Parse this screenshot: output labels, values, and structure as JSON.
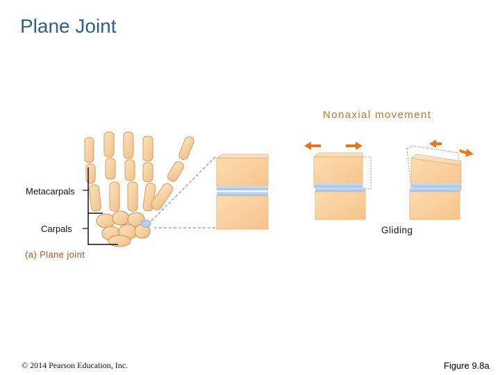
{
  "slide": {
    "title": "Plane Joint"
  },
  "diagram": {
    "movement_type": "Nonaxial movement",
    "labels": {
      "metacarpals": "Metacarpals",
      "carpals": "Carpals",
      "gliding": "Gliding"
    },
    "caption": "(a) Plane joint",
    "icons": [
      "hand-bones-illustration",
      "bone-block-icon",
      "arrow-left-icon",
      "arrow-right-icon"
    ],
    "colors": {
      "title": "#2e5f8a",
      "accent_orange": "#e8781c",
      "bone": "#f5c992",
      "cartilage": "#a9c8ea"
    }
  },
  "footer": {
    "copyright": "© 2014 Pearson Education, Inc.",
    "figure": "Figure 9.8a"
  }
}
